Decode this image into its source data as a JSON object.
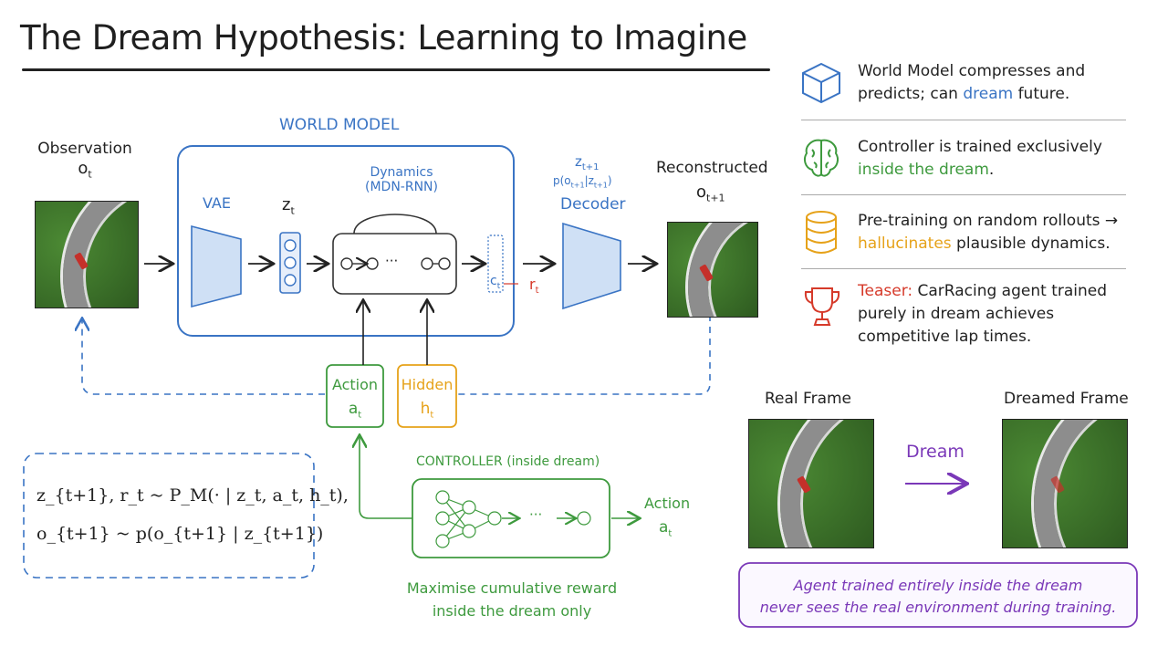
{
  "title": "The Dream Hypothesis: Learning to Imagine",
  "colors": {
    "blue": "#3a74c4",
    "green": "#3e9a3e",
    "orange": "#e6a21a",
    "red": "#d63a2a",
    "purple": "#7a38b8"
  },
  "observation": {
    "label": "Observation",
    "var": "o",
    "sub": "t"
  },
  "world_model": {
    "label": "WORLD MODEL",
    "vae": "VAE",
    "z_var": "z",
    "z_sub": "t",
    "dynamics_line1": "Dynamics",
    "dynamics_line2": "(MDN-RNN)",
    "c_var": "c",
    "c_sub": "t",
    "r_var": "r",
    "r_sub": "t",
    "ellipsis": "···"
  },
  "decoder": {
    "z_var": "z",
    "z_sub": "t+1",
    "p_expr": "p(o",
    "p_sub": "t+1",
    "p_mid": "|z",
    "p_sub2": "t+1",
    "p_close": ")",
    "label": "Decoder"
  },
  "reconstructed": {
    "label": "Reconstructed",
    "var": "o",
    "sub": "t+1"
  },
  "action_box": {
    "label": "Action",
    "var": "a",
    "sub": "t"
  },
  "hidden_box": {
    "label": "Hidden",
    "var": "h",
    "sub": "t"
  },
  "controller": {
    "label": "CONTROLLER (inside dream)",
    "ellipsis": "···",
    "out_label": "Action",
    "out_var": "a",
    "out_sub": "t",
    "caption_line1": "Maximise cumulative reward",
    "caption_line2": "inside the dream only"
  },
  "equation": {
    "line1": "z_{t+1}, r_t ~ P_M(· | z_t, a_t, h_t),",
    "line2": "o_{t+1} ~ p(o_{t+1} | z_{t+1})"
  },
  "side": [
    {
      "icon": "cube-icon",
      "line1_a": "World Model compresses and",
      "line2_a": "predicts; can ",
      "line2_b": "dream",
      "line2_c": " future."
    },
    {
      "icon": "brain-icon",
      "line1_a": "Controller is trained exclusively",
      "line2_a": "",
      "line2_b": "inside the dream",
      "line2_c": "."
    },
    {
      "icon": "database-icon",
      "line1_a": "Pre-training on random rollouts →",
      "line2_a": "",
      "line2_b": "hallucinates",
      "line2_c": " plausible dynamics."
    },
    {
      "icon": "trophy-icon",
      "line1_lead": "Teaser:",
      "line1_a": " CarRacing agent trained",
      "line2_a": "purely in dream achieves",
      "line3_a": "competitive lap times."
    }
  ],
  "comparison": {
    "real_label": "Real Frame",
    "dreamed_label": "Dreamed Frame",
    "arrow_label": "Dream"
  },
  "note": {
    "line1": "Agent trained entirely inside the dream",
    "line2": "never sees the real environment during training."
  }
}
